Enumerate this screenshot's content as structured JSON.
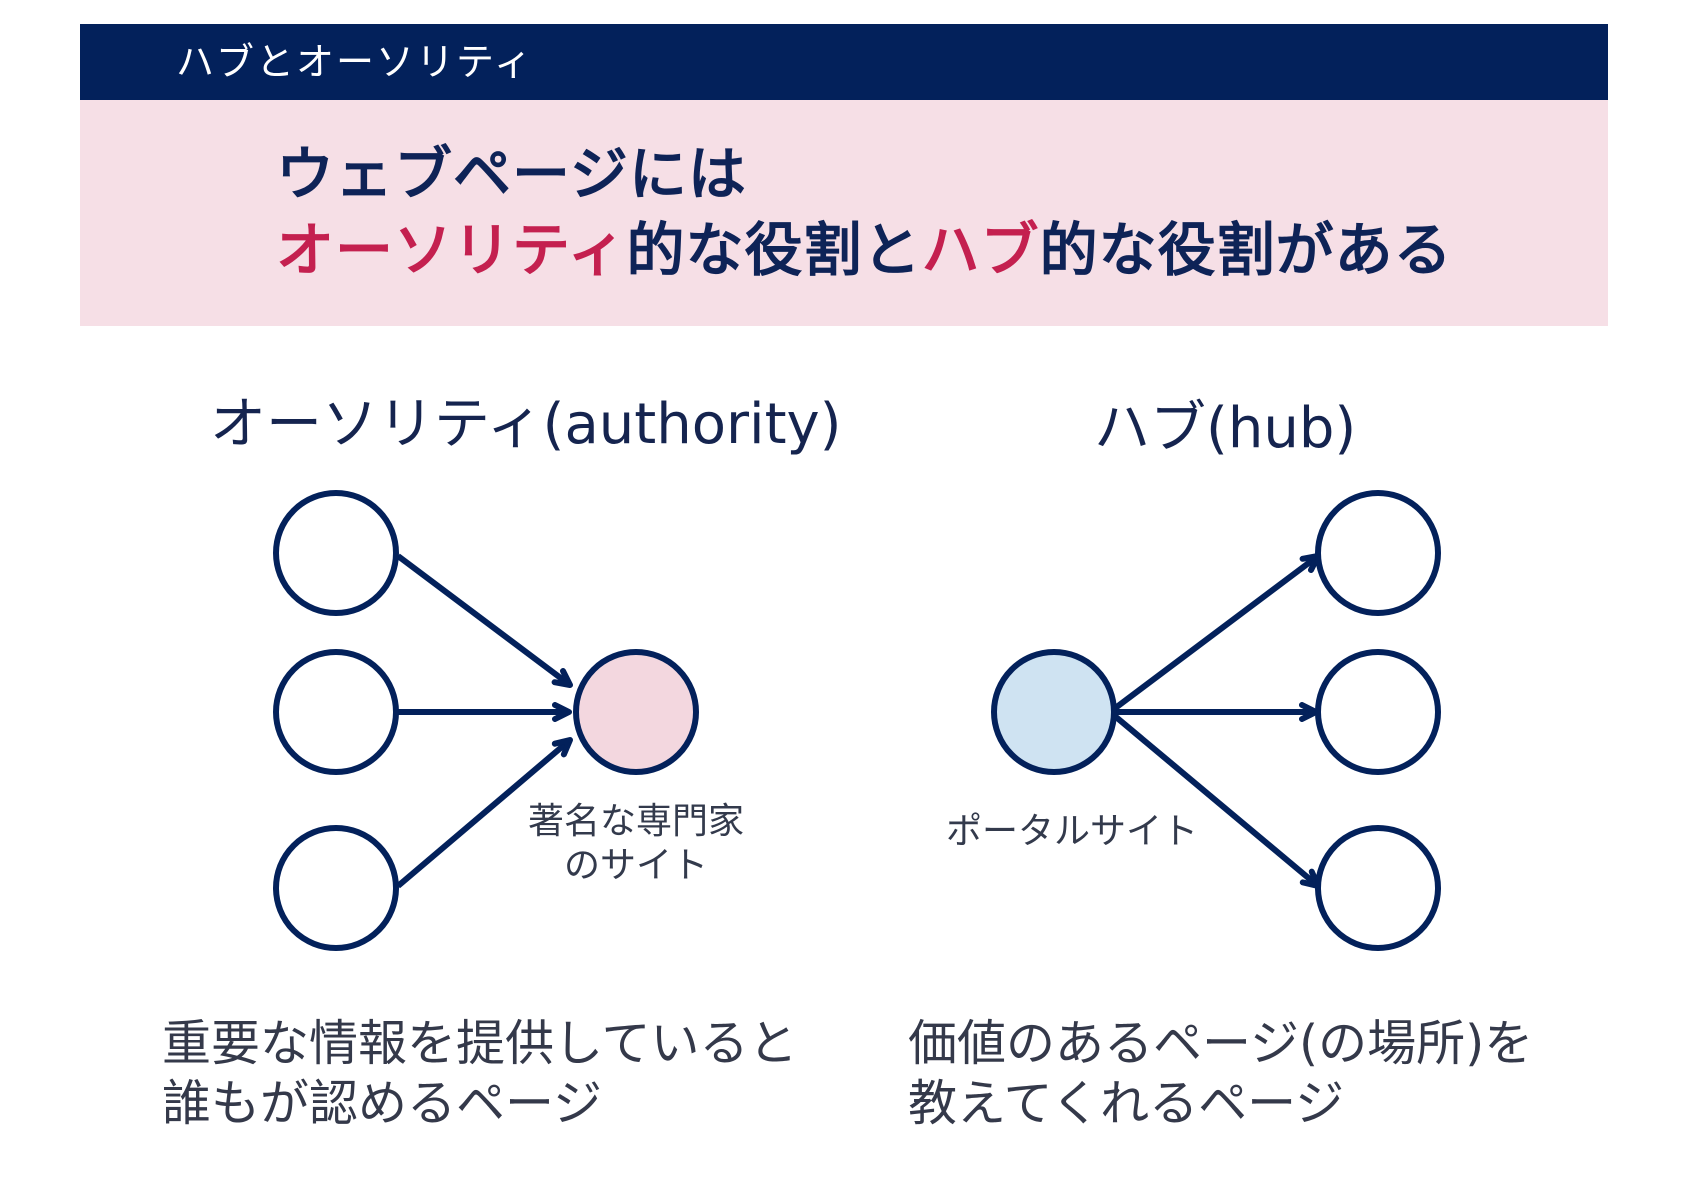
{
  "header": {
    "title": "ハブとオーソリティ"
  },
  "banner": {
    "line1": "ウェブページには",
    "line2": {
      "authority_term": "オーソリティ",
      "middle": "的な役割と",
      "hub_term": "ハブ",
      "end": "的な役割がある"
    }
  },
  "authority": {
    "title": "オーソリティ(authority)",
    "center_caption_line1": "著名な専門家",
    "center_caption_line2": "のサイト",
    "description_line1": "重要な情報を提供していると",
    "description_line2": "誰もが認めるページ"
  },
  "hub": {
    "title": "ハブ(hub)",
    "center_caption": "ポータルサイト",
    "description_line1": "価値のあるページ(の場所)を",
    "description_line2": "教えてくれるページ"
  },
  "colors": {
    "navy": "#03215b",
    "accent": "#c4204f",
    "banner_bg": "#f6dfe6",
    "authority_fill": "#f3d7df",
    "hub_fill": "#cfe3f2"
  }
}
